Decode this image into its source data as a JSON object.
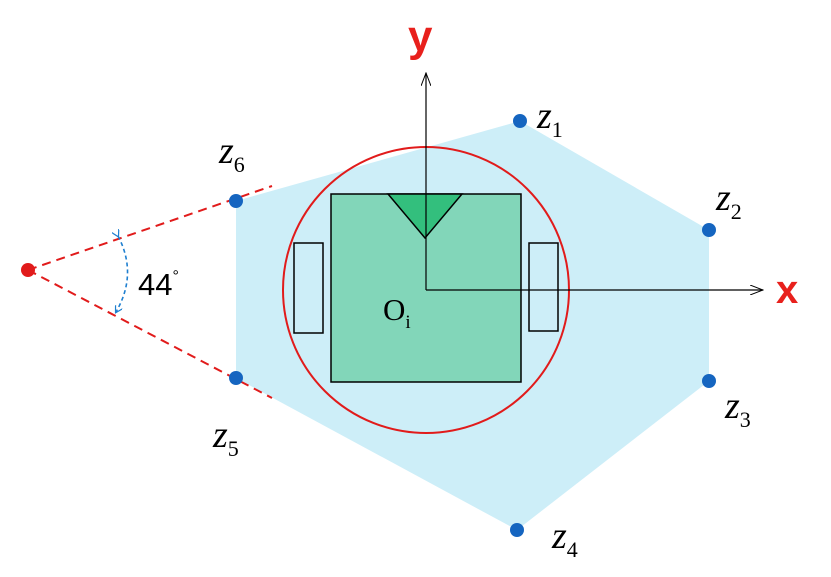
{
  "axes": {
    "x_label": "x",
    "y_label": "y"
  },
  "origin_label": {
    "main": "O",
    "sub": "i"
  },
  "angle": {
    "value": "44",
    "unit": "°"
  },
  "points": [
    {
      "main": "z",
      "sub": "1"
    },
    {
      "main": "z",
      "sub": "2"
    },
    {
      "main": "z",
      "sub": "3"
    },
    {
      "main": "z",
      "sub": "4"
    },
    {
      "main": "z",
      "sub": "5"
    },
    {
      "main": "z",
      "sub": "6"
    }
  ],
  "colors": {
    "hexagon_fill": "#cdeef8",
    "robot_body": "#82d6b9",
    "robot_front": "#33bf7d",
    "circle": "#e11b1b",
    "axis_label": "#e8201c",
    "point": "#1565c0",
    "angle_arc": "#1e7fd0"
  }
}
